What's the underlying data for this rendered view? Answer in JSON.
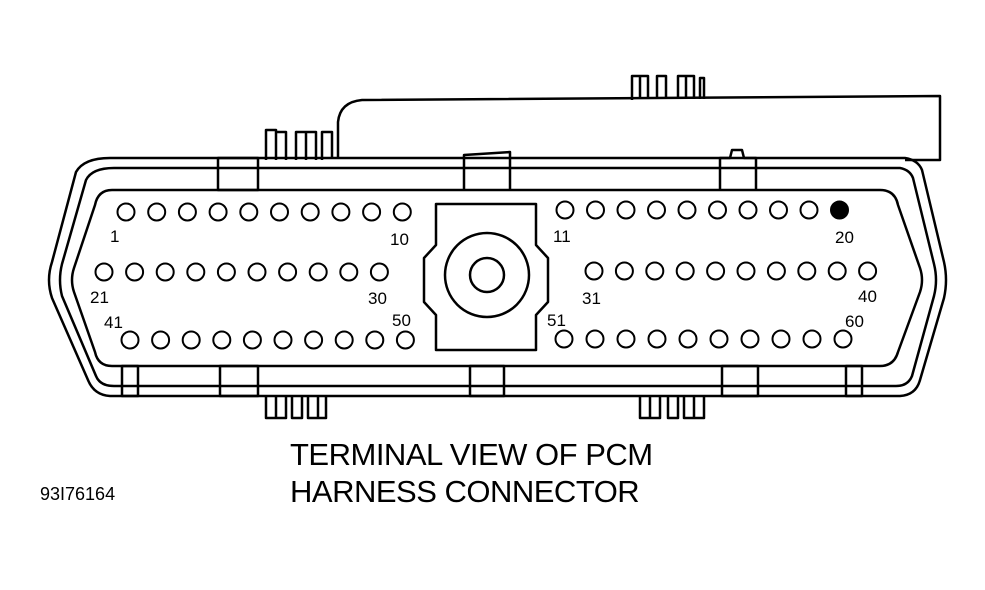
{
  "caption": {
    "line1": "TERMINAL VIEW OF PCM",
    "line2": "HARNESS CONNECTOR"
  },
  "figure_id": "93I76164",
  "pin_labels": {
    "p1": "1",
    "p10": "10",
    "p11": "11",
    "p20": "20",
    "p21": "21",
    "p30": "30",
    "p31": "31",
    "p40": "40",
    "p41": "41",
    "p50": "50",
    "p51": "51",
    "p60": "60"
  },
  "connector": {
    "rows": [
      {
        "name": "row-top",
        "groups": [
          {
            "from": 1,
            "to": 10
          },
          {
            "from": 11,
            "to": 20
          }
        ]
      },
      {
        "name": "row-middle",
        "groups": [
          {
            "from": 21,
            "to": 30
          },
          {
            "from": 31,
            "to": 40
          }
        ]
      },
      {
        "name": "row-bottom",
        "groups": [
          {
            "from": 41,
            "to": 50
          },
          {
            "from": 51,
            "to": 60
          }
        ]
      }
    ],
    "filled_pins": [
      20
    ]
  },
  "colors": {
    "line": "#000000",
    "background": "#ffffff"
  }
}
